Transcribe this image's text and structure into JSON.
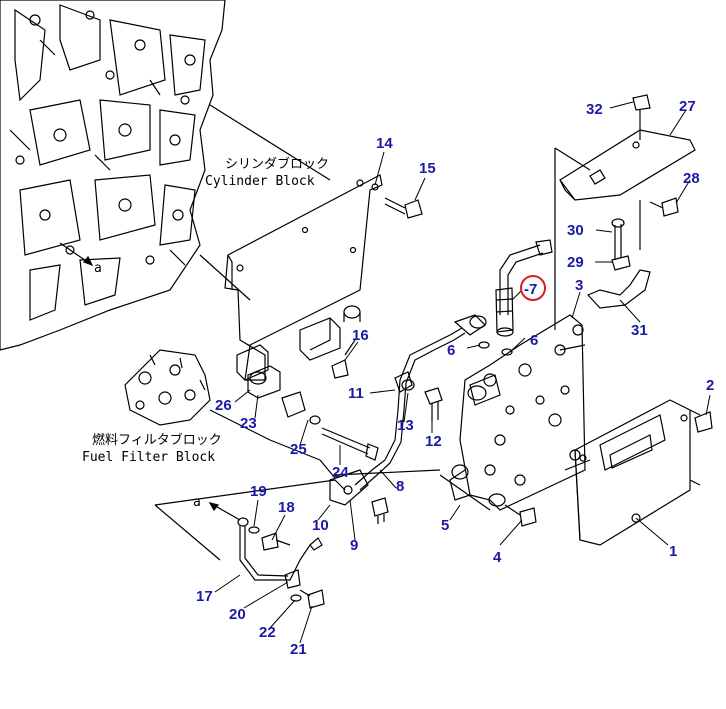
{
  "diagram": {
    "colors": {
      "callout": "#1a1aa6",
      "line": "#000000",
      "highlight_ring": "#d42020"
    },
    "labels": {
      "cylinder_block_jp": "シリンダブロック",
      "cylinder_block_en": "Cylinder Block",
      "fuel_filter_jp": "燃料フィルタブロック",
      "fuel_filter_en": "Fuel Filter Block",
      "ref_a_top": "a",
      "ref_a_bottom": "a"
    },
    "callouts": [
      "1",
      "2",
      "3",
      "4",
      "5",
      "6",
      "6",
      "-7",
      "8",
      "9",
      "10",
      "11",
      "12",
      "13",
      "14",
      "15",
      "16",
      "17",
      "18",
      "19",
      "20",
      "21",
      "22",
      "23",
      "24",
      "25",
      "26",
      "27",
      "28",
      "29",
      "30",
      "31",
      "32"
    ],
    "highlighted_callout": "7"
  }
}
